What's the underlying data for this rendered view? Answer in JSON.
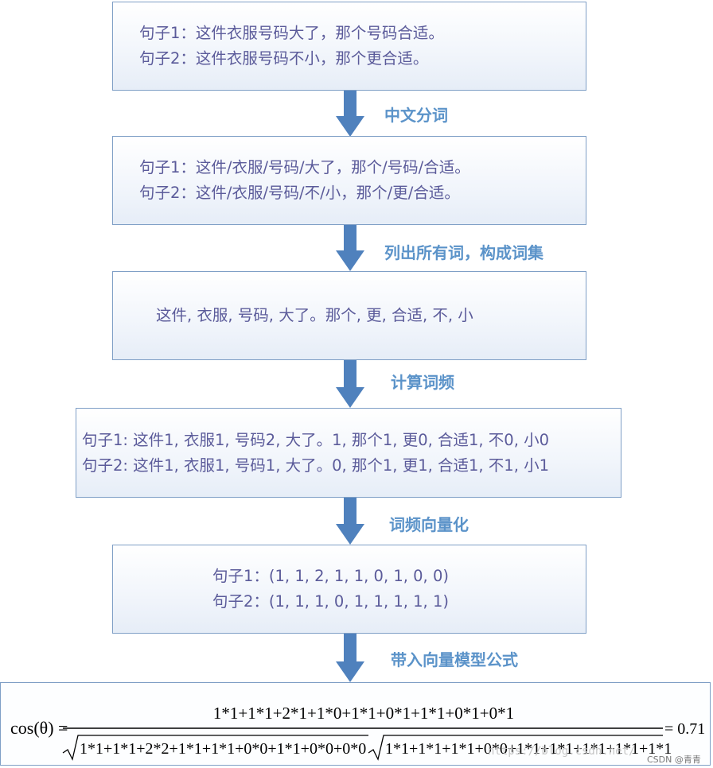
{
  "boxes": {
    "box1": {
      "line1": "句子1：这件衣服号码大了，那个号码合适。",
      "line2": "句子2：这件衣服号码不小，那个更合适。"
    },
    "box2": {
      "line1": "句子1：这件/衣服/号码/大了，那个/号码/合适。",
      "line2": "句子2：这件/衣服/号码/不/小，那个/更/合适。"
    },
    "box3": {
      "line1": "这件, 衣服, 号码, 大了。那个, 更, 合适, 不, 小"
    },
    "box4": {
      "line1": "句子1: 这件1, 衣服1, 号码2, 大了。1,  那个1, 更0, 合适1, 不0, 小0",
      "line2": "句子2: 这件1, 衣服1, 号码1, 大了。0,  那个1, 更1, 合适1, 不1, 小1"
    },
    "box5": {
      "line1": "句子1：(1, 1, 2, 1, 1, 0, 1, 0, 0)",
      "line2": "句子2：(1, 1, 1, 0, 1, 1, 1, 1, 1)"
    }
  },
  "steps": {
    "step1": "中文分词",
    "step2": "列出所有词，构成词集",
    "step3": "计算词频",
    "step4": "词频向量化",
    "step5": "带入向量模型公式"
  },
  "formula": {
    "lhs": "cos(θ) =",
    "numerator": "1*1+1*1+2*1+1*0+1*1+0*1+1*1+0*1+0*1",
    "denominator_left": "1*1+1*1+2*2+1*1+1*1+0*0+1*1+0*0+0*0",
    "denominator_right": "1*1+1*1+1*1+0*0+1*1+1*1+1*1+1*1+1*1",
    "rhs": "= 0.71"
  },
  "watermark": {
    "faint": "https://blog.csdn.net/",
    "credit": "CSDN @青青"
  },
  "colors": {
    "box_border": "#7f9fc6",
    "box_text": "#5b5b9a",
    "arrow": "#4f81bd",
    "step_text": "#5b93c9"
  }
}
